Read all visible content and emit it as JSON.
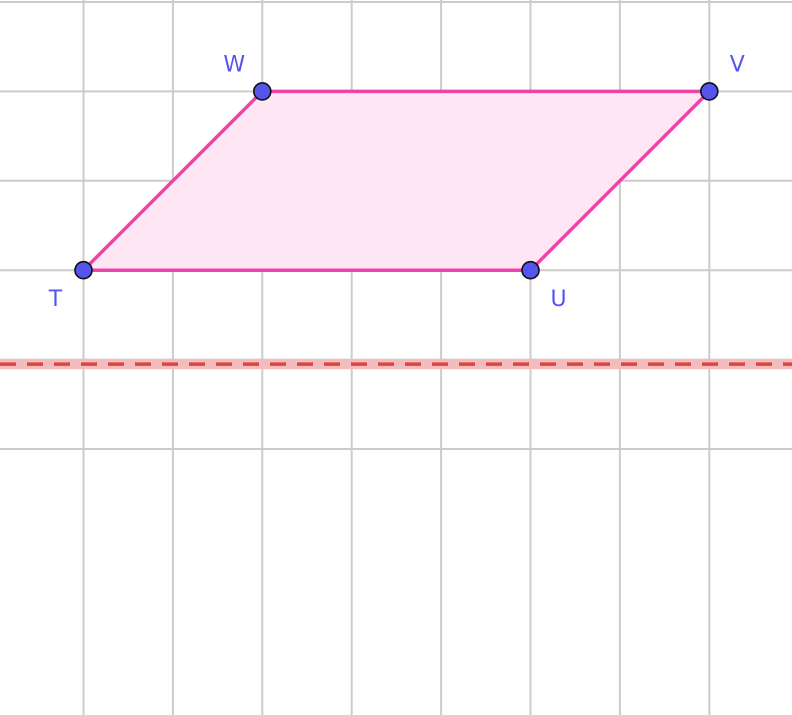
{
  "grid": {
    "cols": [
      -0.9,
      8
    ],
    "rows": [
      -0.3,
      7.7
    ],
    "line_color": "#cccccc"
  },
  "parallelogram": {
    "fill": "#ffe6f4",
    "stroke": "#ee44aa",
    "points": [
      {
        "id": "T",
        "label": "T",
        "x": 0,
        "y": 2,
        "label_dx": -1,
        "label_dy": 1
      },
      {
        "id": "U",
        "label": "U",
        "x": 5,
        "y": 2,
        "label_dx": 1,
        "label_dy": 1
      },
      {
        "id": "V",
        "label": "V",
        "x": 7,
        "y": 4,
        "label_dx": 1,
        "label_dy": -1
      },
      {
        "id": "W",
        "label": "W",
        "x": 2,
        "y": 4,
        "label_dx": -1,
        "label_dy": -1
      }
    ]
  },
  "reflection_line": {
    "y": 0.95,
    "color": "#dd4444",
    "band_color": "#f4bcbc",
    "style": "dashed"
  },
  "point_style": {
    "fill": "#5555ee",
    "stroke": "#111111",
    "label_color": "#5555ee"
  }
}
